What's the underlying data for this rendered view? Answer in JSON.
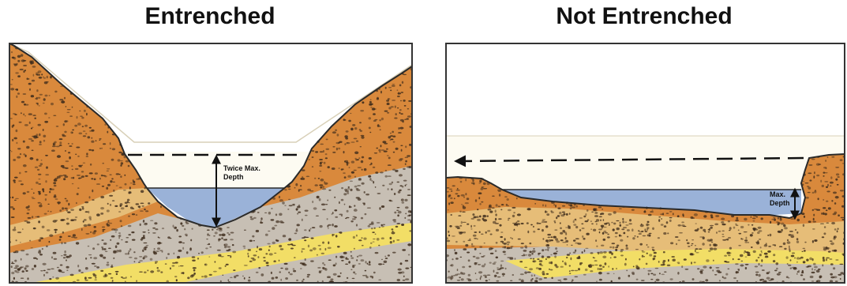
{
  "panels": {
    "left": {
      "title": "Entrenched",
      "depth_label_line1": "Twice Max.",
      "depth_label_line2": "Depth"
    },
    "right": {
      "title": "Not Entrenched",
      "depth_label_line1": "Max.",
      "depth_label_line2": "Depth"
    }
  },
  "colors": {
    "frame": "#333333",
    "sky": "#ffffff",
    "floodplain": "#fdfbf2",
    "water": "#9ab2d8",
    "soil_orange": "#d9893c",
    "soil_tan": "#e6bd78",
    "soil_gray": "#c7bfb4",
    "soil_yellow": "#f2de66",
    "pebbles": "#3d2b1b"
  }
}
